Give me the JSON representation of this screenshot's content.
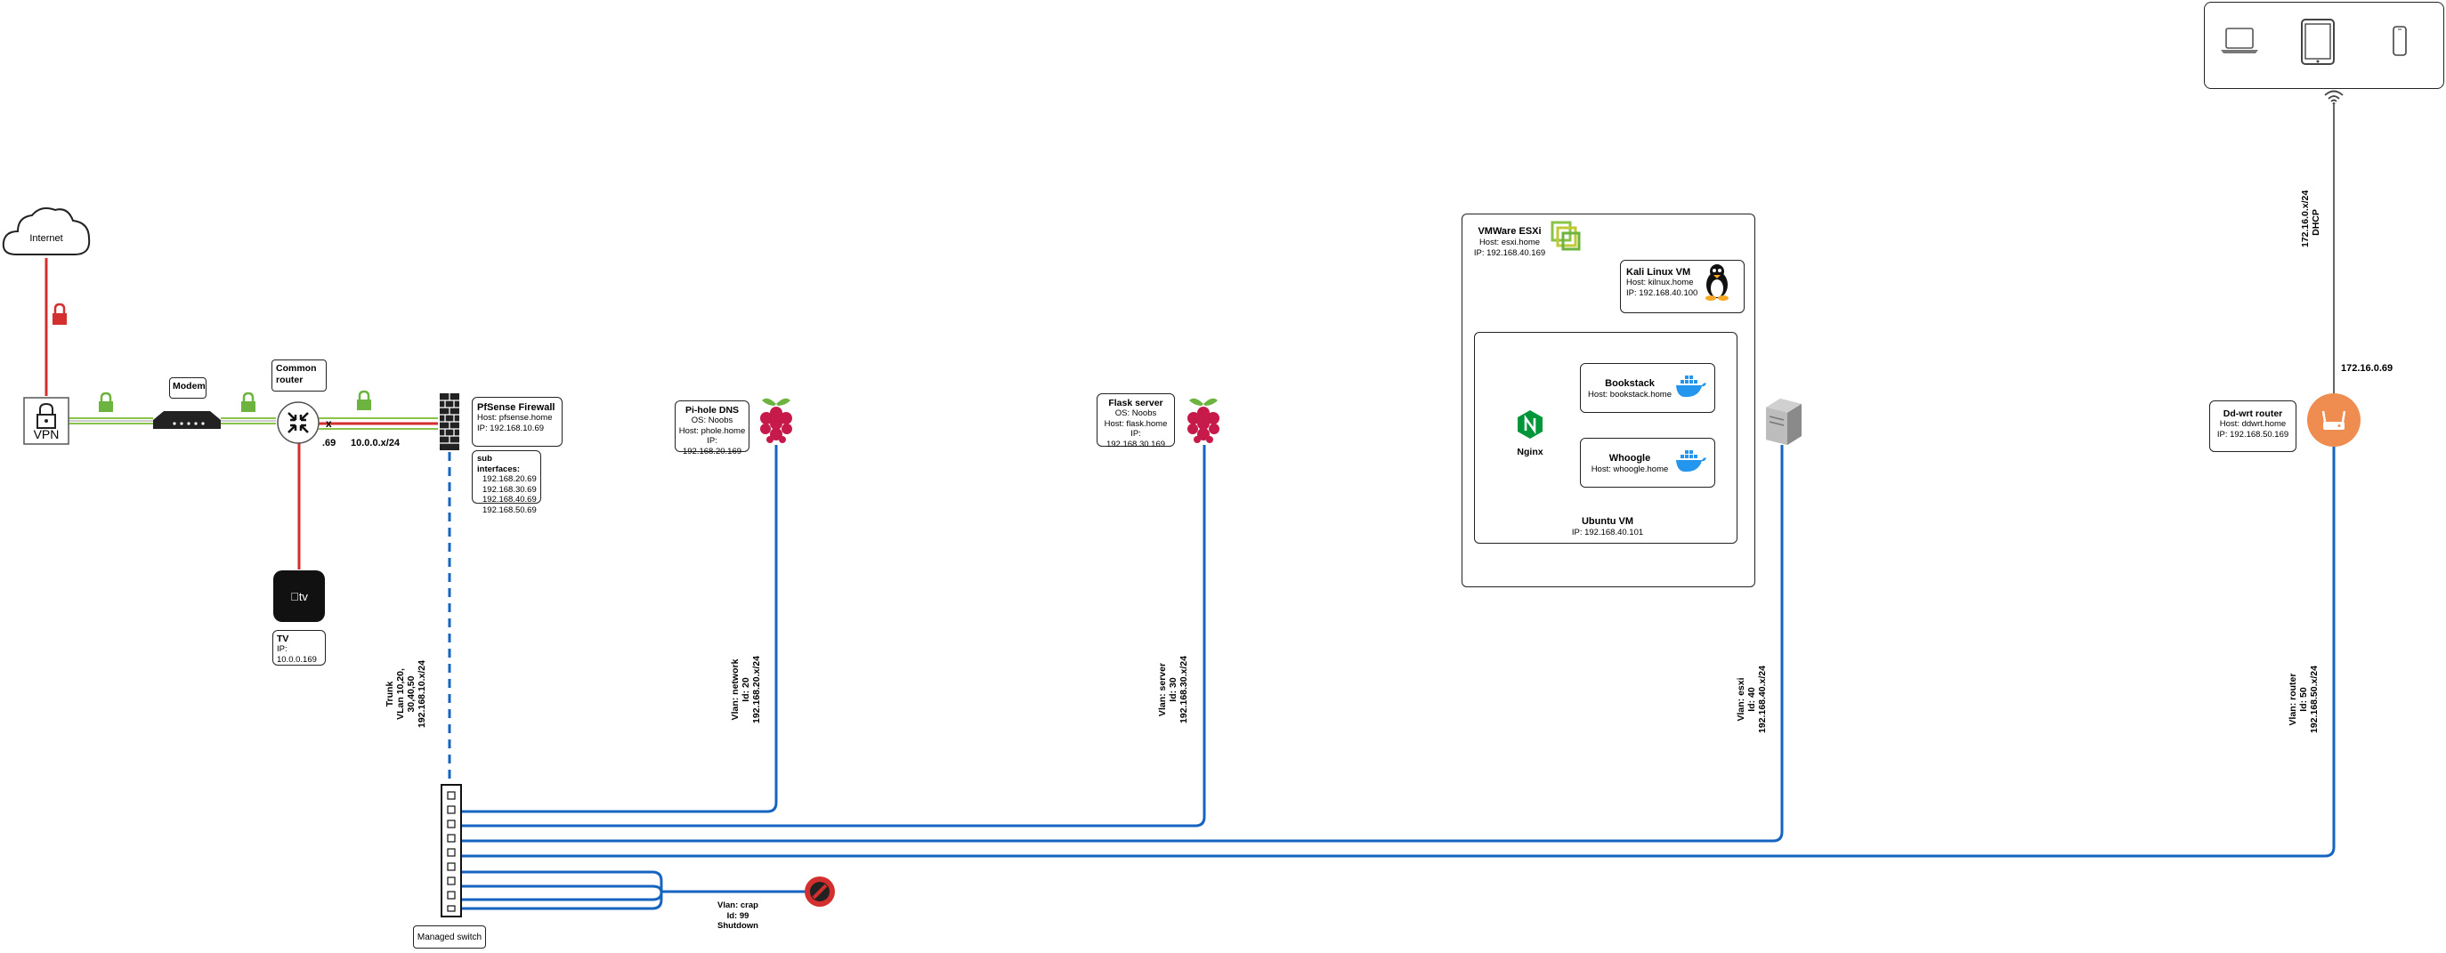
{
  "internet": {
    "label": "Internet"
  },
  "vpn": {
    "label": "VPN"
  },
  "modem": {
    "label": "Modem"
  },
  "common_router": {
    "label": "Common router"
  },
  "router_ip_suffix": ".69",
  "wan_link": {
    "x_mark": "x",
    "subnet": "10.0.0.x/24"
  },
  "tv": {
    "title": "TV",
    "ip": "IP: 10.0.0.169"
  },
  "pfsense": {
    "title": "PfSense Firewall",
    "host": "Host: pfsense.home",
    "ip": "IP: 192.168.10.69"
  },
  "subinterfaces": {
    "title": "sub interfaces:",
    "items": [
      "192.168.20.69",
      "192.168.30.69",
      "192.168.40.69",
      "192.168.50.69"
    ]
  },
  "trunk": {
    "line1": "Trunk",
    "line2": "VLan 10,20,",
    "line3": "30,40,50",
    "line4": "192.168.10.x/24"
  },
  "pihole": {
    "title": "Pi-hole DNS",
    "os": "OS: Noobs",
    "host": "Host: phole.home",
    "ip": "IP: 192.168.20.169"
  },
  "flask": {
    "title": "Flask server",
    "os": "OS: Noobs",
    "host": "Host: flask.home",
    "ip": "IP: 192.168.30.169"
  },
  "esxi": {
    "title": "VMWare ESXi",
    "host": "Host: esxi.home",
    "ip": "IP: 192.168.40.169"
  },
  "kali": {
    "title": "Kali Linux VM",
    "host": "Host: kilnux.home",
    "ip": "IP: 192.168.40.100"
  },
  "bookstack": {
    "title": "Bookstack",
    "host": "Host: bookstack.home"
  },
  "whoogle": {
    "title": "Whoogle",
    "host": "Host: whoogle.home"
  },
  "nginx": {
    "label": "Nginx"
  },
  "ubuntu": {
    "title": "Ubuntu VM",
    "ip": "IP: 192.168.40.101"
  },
  "ddwrt": {
    "title": "Dd-wrt router",
    "host": "Host: ddwrt.home",
    "ip": "IP: 192.168.50.169"
  },
  "ddwrt_wan_ip": "172.16.0.69",
  "dhcp": {
    "line1": "172.16.0.x/24",
    "line2": "DHCP"
  },
  "vlan_network": {
    "line1": "Vlan: network",
    "line2": "Id: 20",
    "line3": "192.168.20.x/24"
  },
  "vlan_server": {
    "line1": "Vlan: server",
    "line2": "Id: 30",
    "line3": "192.168.30.x/24"
  },
  "vlan_esxi": {
    "line1": "Vlan: esxi",
    "line2": "Id: 40",
    "line3": "192.168.40.x/24"
  },
  "vlan_router": {
    "line1": "Vlan: router",
    "line2": "Id: 50",
    "line3": "192.168.50.x/24"
  },
  "vlan_crap": {
    "line1": "Vlan: crap",
    "line2": "Id: 99",
    "line3": "Shutdown"
  },
  "managed_switch": {
    "label": "Managed switch"
  },
  "colors": {
    "vlan_blue": "#1565c0",
    "red_link": "#d32f2f",
    "green_link": "#8bc34a",
    "lock_green": "#6db33f",
    "lock_red": "#d32f2f",
    "router_orange": "#ef8c4f"
  },
  "icons": [
    "cloud-icon",
    "lock-icon",
    "vpn-icon",
    "modem-icon",
    "router-icon",
    "firewall-icon",
    "appletv-icon",
    "raspberry-pi-icon",
    "vmware-icon",
    "linux-tux-icon",
    "docker-icon",
    "nginx-icon",
    "server-icon",
    "wifi-router-icon",
    "wifi-icon",
    "laptop-icon",
    "tablet-icon",
    "phone-icon",
    "switch-icon",
    "blocked-icon"
  ]
}
